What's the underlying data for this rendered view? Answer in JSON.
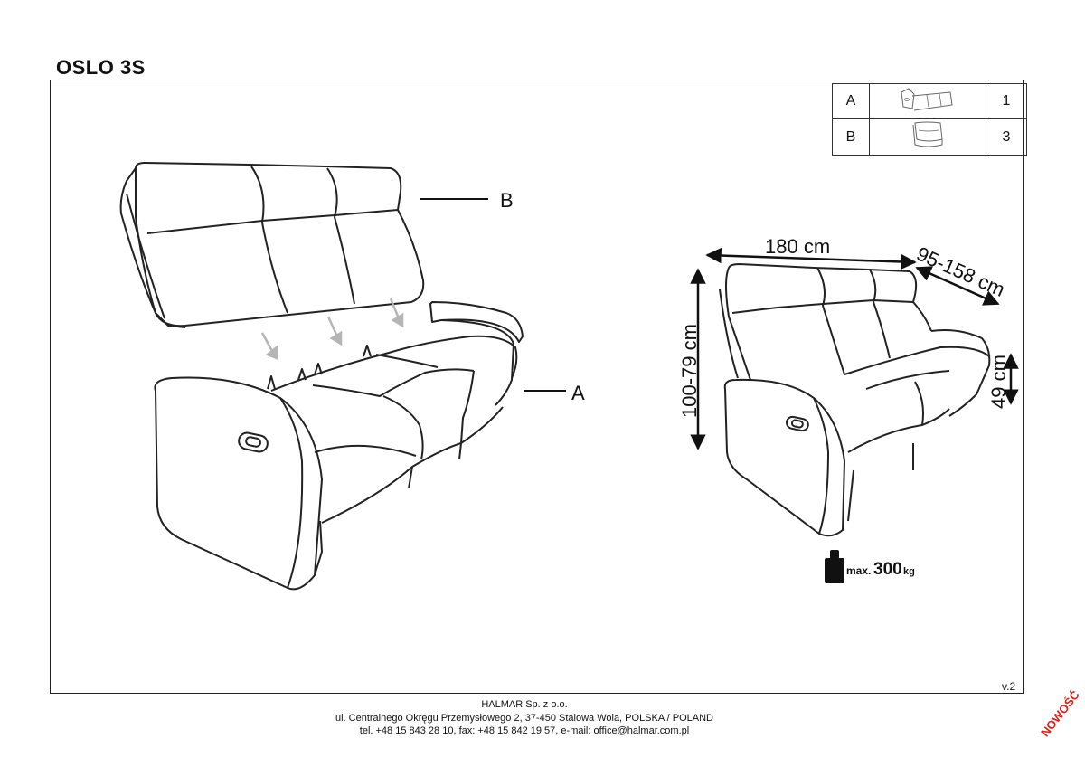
{
  "title": "OSLO 3S",
  "parts": [
    {
      "letter": "A",
      "qty": "1",
      "icon": "sofa-base-icon"
    },
    {
      "letter": "B",
      "qty": "3",
      "icon": "backrest-cushion-icon"
    }
  ],
  "callouts": {
    "b": "B",
    "a": "A"
  },
  "dimensions": {
    "width": "180 cm",
    "depth": "95-158 cm",
    "height": "100-79 cm",
    "seat_height": "49 cm"
  },
  "load": {
    "prefix": "max.",
    "value": "300",
    "unit": "kg"
  },
  "version": "v.2",
  "footer": {
    "line1": "HALMAR Sp. z o.o.",
    "line2": "ul. Centralnego Okręgu Przemysłowego 2, 37-450 Stalowa Wola, POLSKA / POLAND",
    "line3": "tel. +48 15 843 28 10, fax: +48 15 842 19 57, e-mail: office@halmar.com.pl"
  },
  "badge": "NOWOŚĆ",
  "colors": {
    "line": "#222222",
    "arrow": "#b5b5b5",
    "badge": "#e0201b"
  }
}
